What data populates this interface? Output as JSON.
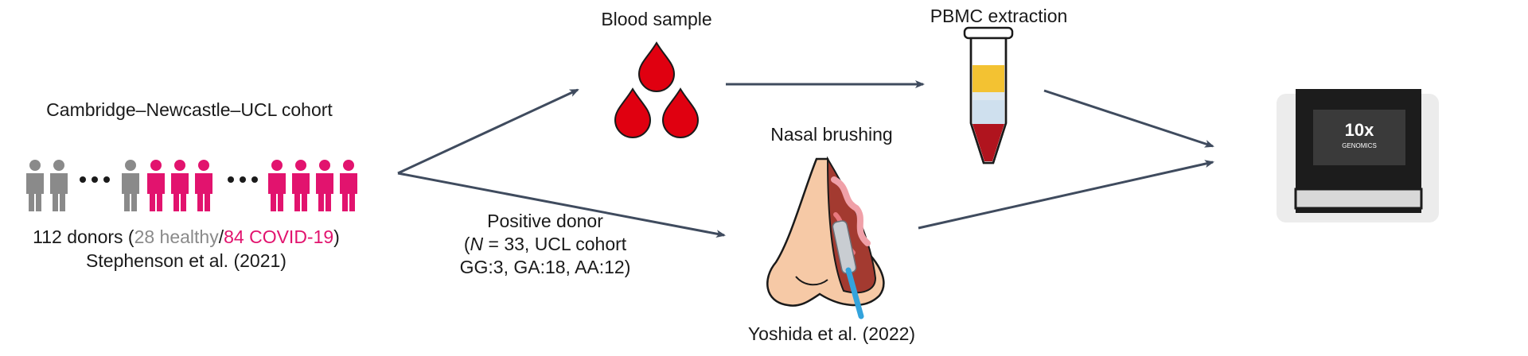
{
  "cohort": {
    "title": "Cambridge–Newcastle–UCL cohort",
    "donors_prefix": "112 donors (",
    "healthy": "28 healthy",
    "sep": "/",
    "covid": "84 COVID-19",
    "donors_suffix": ")",
    "citation": "Stephenson et al. (2021)"
  },
  "blood": {
    "label": "Blood sample"
  },
  "pbmc": {
    "label": "PBMC extraction"
  },
  "nasal": {
    "label": "Nasal brushing",
    "citation": "Yoshida et al. (2022)"
  },
  "positive_donor": {
    "line1": "Positive donor",
    "line2_open": "(",
    "line2_n": "N",
    "line2_rest": " = 33, UCL cohort",
    "line3": "GG:3, GA:18, AA:12)"
  },
  "instrument": {
    "brand": "10x",
    "sub": "GENOMICS"
  },
  "colors": {
    "healthy": "#8a8a8a",
    "covid": "#e2136e",
    "blood": "#e00010",
    "arrow": "#3f4b5e"
  }
}
